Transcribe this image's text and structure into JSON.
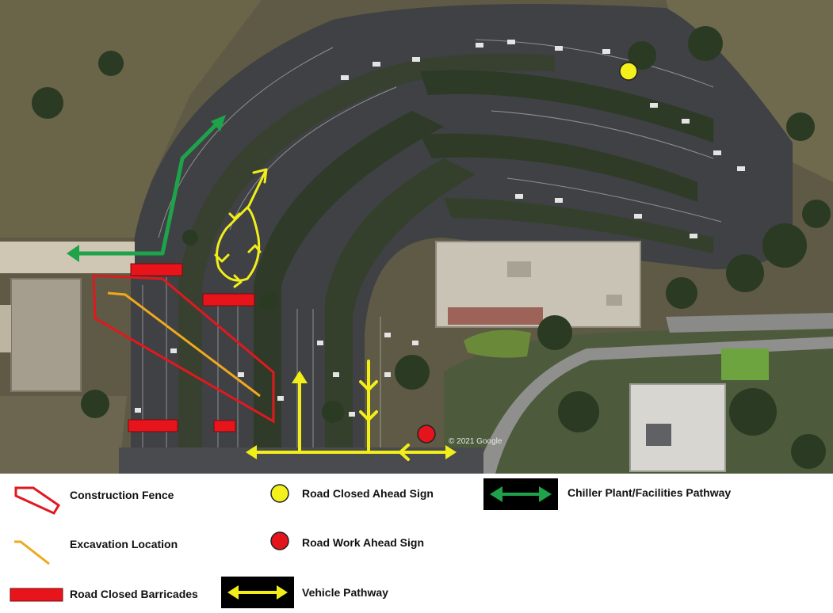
{
  "map": {
    "attribution": "© 2021 Google"
  },
  "legend": {
    "construction_fence": "Construction Fence",
    "excavation_location": "Excavation Location",
    "road_closed_barricades": "Road Closed Barricades",
    "road_closed_ahead_sign": "Road Closed Ahead Sign",
    "road_work_ahead_sign": "Road Work Ahead Sign",
    "vehicle_pathway": "Vehicle Pathway",
    "chiller_pathway": "Chiller Plant/Facilities Pathway"
  },
  "colors": {
    "construction_fence": "#e0191e",
    "excavation": "#f0a81c",
    "barricade": "#e8141b",
    "road_closed_sign": "#f4f01c",
    "road_work_sign": "#e3141b",
    "vehicle_pathway": "#f2ee1a",
    "chiller_pathway": "#1ea24a"
  }
}
